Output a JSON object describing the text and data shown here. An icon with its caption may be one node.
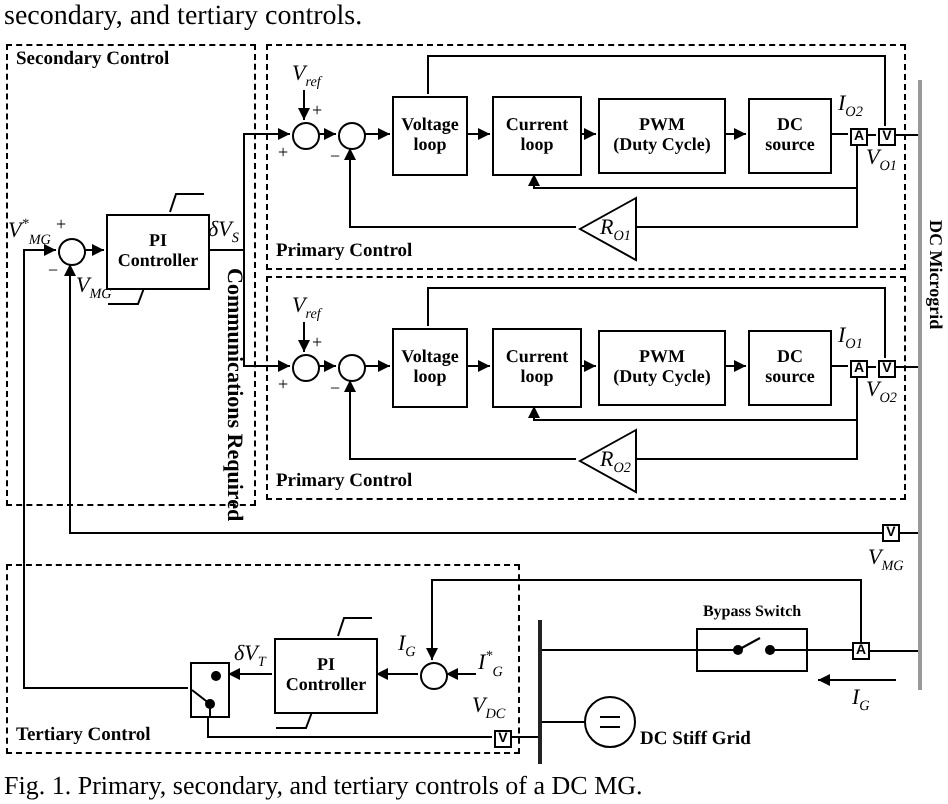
{
  "diagram": {
    "caption": "Fig. 1. Primary, secondary, and tertiary controls of a DC MG.",
    "nodes": [
      {
        "text": [
          "Secondary Control"
        ]
      },
      {
        "text": [
          "PI Controller"
        ],
        "in": 0
      },
      {
        "text": [],
        "shape": "circle",
        "in": 0
      },
      {
        "text": [
          "Primary Control"
        ]
      },
      {
        "text": [],
        "shape": "circle",
        "in": 3
      },
      {
        "text": [],
        "shape": "circle",
        "in": 3
      },
      {
        "text": [
          "Voltage loop"
        ],
        "in": 3
      },
      {
        "text": [
          "Current loop"
        ],
        "in": 3
      },
      {
        "text": [
          "PWM",
          "(Duty Cycle)"
        ],
        "in": 3
      },
      {
        "text": [
          "DC source"
        ],
        "in": 3
      },
      {
        "text": [
          "A"
        ],
        "in": 3
      },
      {
        "text": [
          "V"
        ],
        "in": 3
      },
      {
        "text": [
          "R$_{O1}$"
        ],
        "in": 3
      },
      {
        "text": [
          "Primary Control"
        ]
      },
      {
        "text": [],
        "shape": "circle",
        "in": 13
      },
      {
        "text": [],
        "shape": "circle",
        "in": 13
      },
      {
        "text": [
          "Voltage loop"
        ],
        "in": 13
      },
      {
        "text": [
          "Current loop"
        ],
        "in": 13
      },
      {
        "text": [
          "PWM",
          "(Duty Cycle)"
        ],
        "in": 13
      },
      {
        "text": [
          "DC source"
        ],
        "in": 13
      },
      {
        "text": [
          "A"
        ],
        "in": 13
      },
      {
        "text": [
          "V"
        ],
        "in": 13
      },
      {
        "text": [
          "R$_{O2}$"
        ],
        "in": 13
      },
      {
        "text": [
          "Tertiary Control"
        ]
      },
      {
        "text": [],
        "shape": "box",
        "in": 23
      },
      {
        "text": [
          "PI Controller"
        ],
        "in": 23
      },
      {
        "text": [],
        "shape": "circle",
        "in": 23
      },
      {
        "text": [
          "V"
        ],
        "in": 23
      },
      {
        "text": [
          "Bypass Switch"
        ]
      },
      {
        "text": [
          "A"
        ]
      },
      {
        "text": [
          "V"
        ]
      },
      {
        "text": [],
        "shape": "circle",
        "beside": [
          "DC Stiff Grid"
        ]
      },
      {
        "text": [
          "DC Microgrid"
        ]
      },
      {
        "text": [],
        "shape": "bar"
      },
      {
        "text": [
          "V$_{ref}$"
        ],
        "in": 3
      },
      {
        "text": [
          "V$_{ref}$"
        ],
        "in": 13
      },
      {
        "text": [
          "I$^{*}$$_{G}$"
        ],
        "in": 23
      }
    ],
    "edges": [
      {
        "from": 24,
        "to": 2,
        "arrow": "to"
      },
      {
        "from": 2,
        "to": 1,
        "arrow": "to"
      },
      {
        "from": 1,
        "to": 4,
        "arrow": "to"
      },
      {
        "from": 1,
        "to": 14,
        "arrow": "to"
      },
      {
        "from": 34,
        "to": 4,
        "arrow": "to"
      },
      {
        "from": 4,
        "to": 5,
        "arrow": "to"
      },
      {
        "from": 5,
        "to": 6,
        "arrow": "to"
      },
      {
        "from": 6,
        "to": 7,
        "arrow": "to"
      },
      {
        "from": 7,
        "to": 8,
        "arrow": "to"
      },
      {
        "from": 8,
        "to": 9,
        "arrow": "to"
      },
      {
        "from": 9,
        "to": 10,
        "arrow": "none"
      },
      {
        "from": 10,
        "to": 11,
        "arrow": "none"
      },
      {
        "from": 11,
        "to": 32,
        "arrow": "none"
      },
      {
        "from": 10,
        "to": 7,
        "arrow": "to"
      },
      {
        "from": 10,
        "to": 12,
        "arrow": "none"
      },
      {
        "from": 12,
        "to": 5,
        "arrow": "to"
      },
      {
        "from": 11,
        "to": 6,
        "arrow": "none"
      },
      {
        "from": 35,
        "to": 14,
        "arrow": "to"
      },
      {
        "from": 14,
        "to": 15,
        "arrow": "to"
      },
      {
        "from": 15,
        "to": 16,
        "arrow": "to"
      },
      {
        "from": 16,
        "to": 17,
        "arrow": "to"
      },
      {
        "from": 17,
        "to": 18,
        "arrow": "to"
      },
      {
        "from": 18,
        "to": 19,
        "arrow": "to"
      },
      {
        "from": 19,
        "to": 20,
        "arrow": "none"
      },
      {
        "from": 20,
        "to": 21,
        "arrow": "none"
      },
      {
        "from": 21,
        "to": 32,
        "arrow": "none"
      },
      {
        "from": 20,
        "to": 17,
        "arrow": "to"
      },
      {
        "from": 20,
        "to": 22,
        "arrow": "none"
      },
      {
        "from": 22,
        "to": 15,
        "arrow": "to"
      },
      {
        "from": 21,
        "to": 16,
        "arrow": "none"
      },
      {
        "from": 30,
        "to": 2,
        "arrow": "to"
      },
      {
        "from": 30,
        "to": 32,
        "arrow": "none"
      },
      {
        "from": 26,
        "to": 25,
        "arrow": "to"
      },
      {
        "from": 25,
        "to": 24,
        "arrow": "to"
      },
      {
        "from": 29,
        "to": 26,
        "arrow": "to"
      },
      {
        "from": 36,
        "to": 26,
        "arrow": "to"
      },
      {
        "from": 27,
        "to": 24,
        "arrow": "none"
      },
      {
        "from": 27,
        "to": 33,
        "arrow": "none"
      },
      {
        "from": 31,
        "to": 33,
        "arrow": "none"
      },
      {
        "from": 33,
        "to": 28,
        "arrow": "none"
      },
      {
        "from": 28,
        "to": 29,
        "arrow": "none"
      },
      {
        "from": 29,
        "to": 32,
        "arrow": "none"
      }
    ],
    "labels": [
      "secondary, and tertiary controls.",
      "+",
      "−",
      "V$^{*}$$_{MG}$",
      "V$_{MG}$",
      "δV$_{S}$",
      "Communications Required",
      "+",
      "+",
      "−",
      "I$_{O2}$",
      "V$_{O1}$",
      "+",
      "+",
      "−",
      "I$_{O1}$",
      "V$_{O2}$",
      "V$_{MG}$",
      "δV$_{T}$",
      "I$_{G}$",
      "V$_{DC}$",
      "I$_{G}$"
    ]
  }
}
